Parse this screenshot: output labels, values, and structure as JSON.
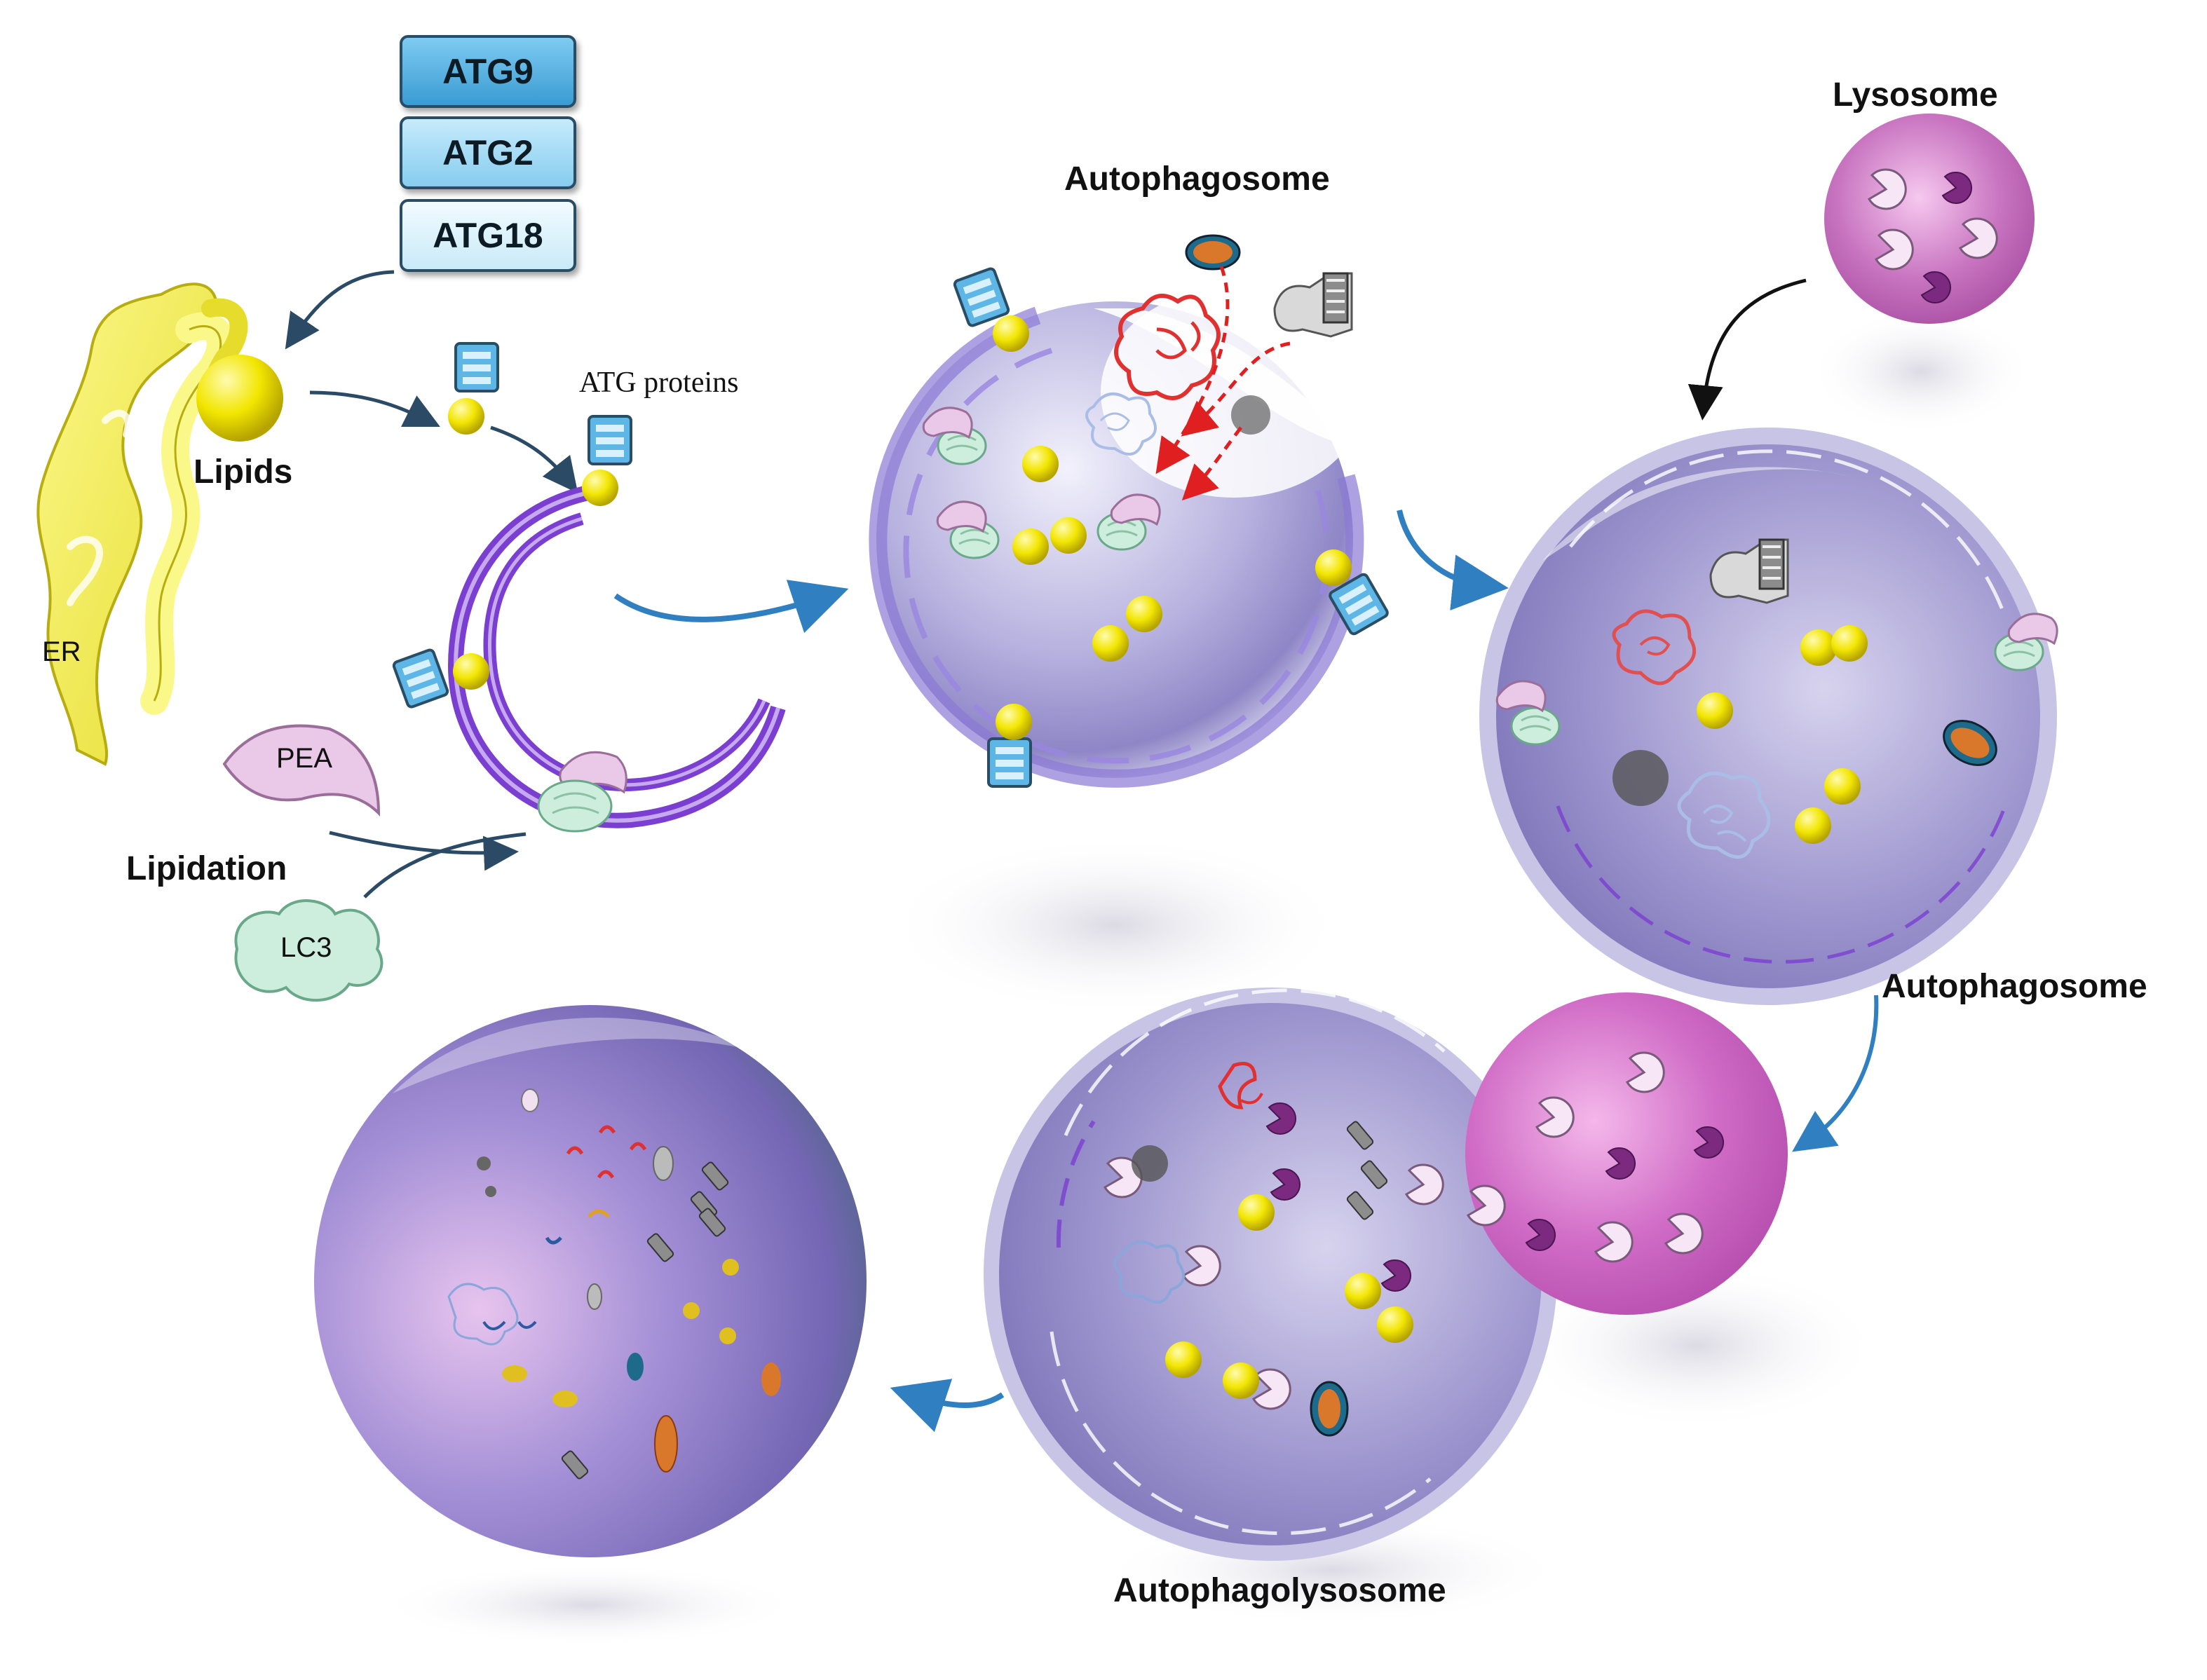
{
  "atg_complex": [
    "ATG9",
    "ATG2",
    "ATG18"
  ],
  "labels": {
    "er": "ER",
    "lipids": "Lipids",
    "atg_proteins": "ATG proteins",
    "pea": "PEA",
    "lipidation": "Lipidation",
    "lc3": "LC3",
    "autophagosome_top": "Autophagosome",
    "lysosome": "Lysosome",
    "autophagosome_right": "Autophagosome",
    "autophagolysosome": "Autophagolysosome"
  },
  "colors": {
    "er": "#f4f05a",
    "lipid": "#f2e600",
    "phagophore": "#7a3fd0",
    "arrow_blue": "#2f7fc1",
    "arrow_dark": "#2b4a66",
    "arrow_red": "#e02020",
    "lysosome": "#c873c0",
    "vesicle": "#b9b4e0",
    "lc3": "#cdeedd",
    "pea": "#e9c8e8"
  }
}
